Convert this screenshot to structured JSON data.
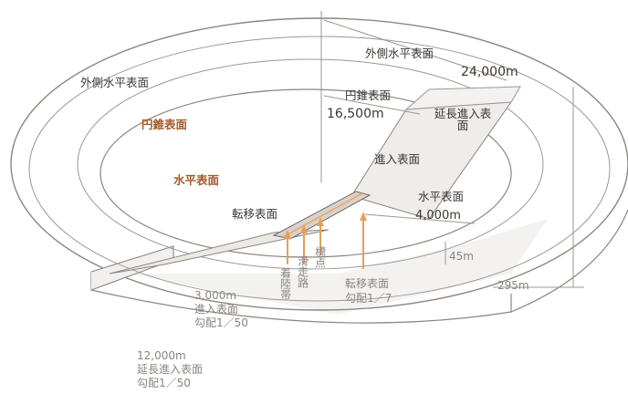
{
  "colors": {
    "outline": "#8c857e",
    "arrow": "#e3a05f",
    "shading": "#e4e1de",
    "label_dark": "#3c3632",
    "label_grey": "#8a8480",
    "label_brown": "#a35a2a"
  },
  "labels": {
    "outer_horizontal_left": "外側水平表面",
    "outer_horizontal_right": "外側水平表面",
    "conical_left": "円錐表面",
    "conical_right": "円錐表面",
    "horizontal_inner": "水平表面",
    "horizontal_right": "水平表面",
    "transitional_left": "転移表面",
    "transitional_bottom": "転移表面",
    "extended_approach": "延長進入表面",
    "approach_right": "進入表面",
    "landing_strip": "着陸帯",
    "runway": "滑走路",
    "threshold": "標点"
  },
  "dimensions": {
    "outer_radius": "24,000m",
    "conical_radius": "16,500m",
    "horizontal_radius": "4,000m",
    "height_45": "45m",
    "height_295": "295m",
    "approach_length": "3,000m",
    "approach_name": "進入表面",
    "approach_slope": "勾配1／50",
    "extended_length": "12,000m",
    "extended_name": "延長進入表面",
    "extended_slope": "勾配1／50",
    "transitional_slope": "勾配1／7"
  }
}
